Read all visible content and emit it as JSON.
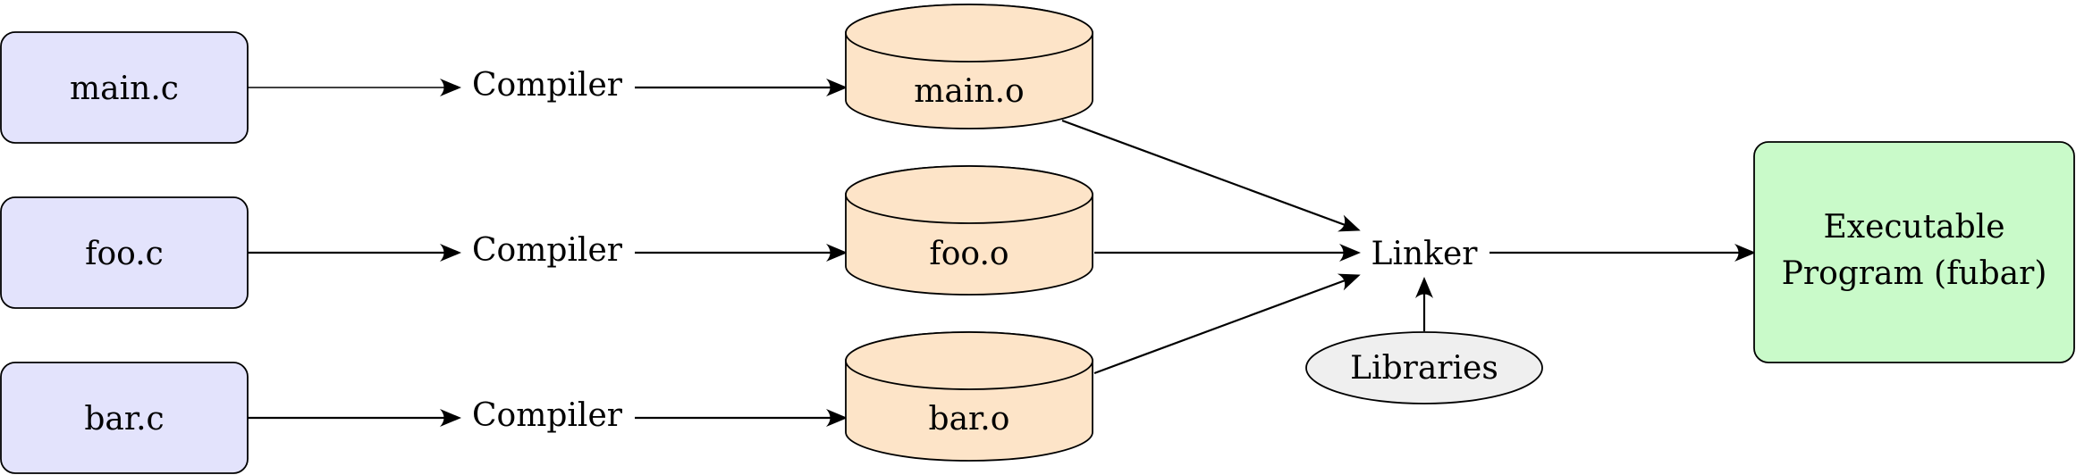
{
  "colors": {
    "source_fill": "#e3e3fc",
    "object_fill": "#fde4c8",
    "library_fill": "#efefef",
    "output_fill": "#c9fac9",
    "stroke": "#000000"
  },
  "sources": [
    {
      "label": "main.c"
    },
    {
      "label": "foo.c"
    },
    {
      "label": "bar.c"
    }
  ],
  "compilers": [
    {
      "label": "Compiler"
    },
    {
      "label": "Compiler"
    },
    {
      "label": "Compiler"
    }
  ],
  "objects": [
    {
      "label": "main.o"
    },
    {
      "label": "foo.o"
    },
    {
      "label": "bar.o"
    }
  ],
  "linker": {
    "label": "Linker"
  },
  "libraries": {
    "label": "Libraries"
  },
  "output": {
    "line1": "Executable",
    "line2": "Program (fubar)"
  }
}
